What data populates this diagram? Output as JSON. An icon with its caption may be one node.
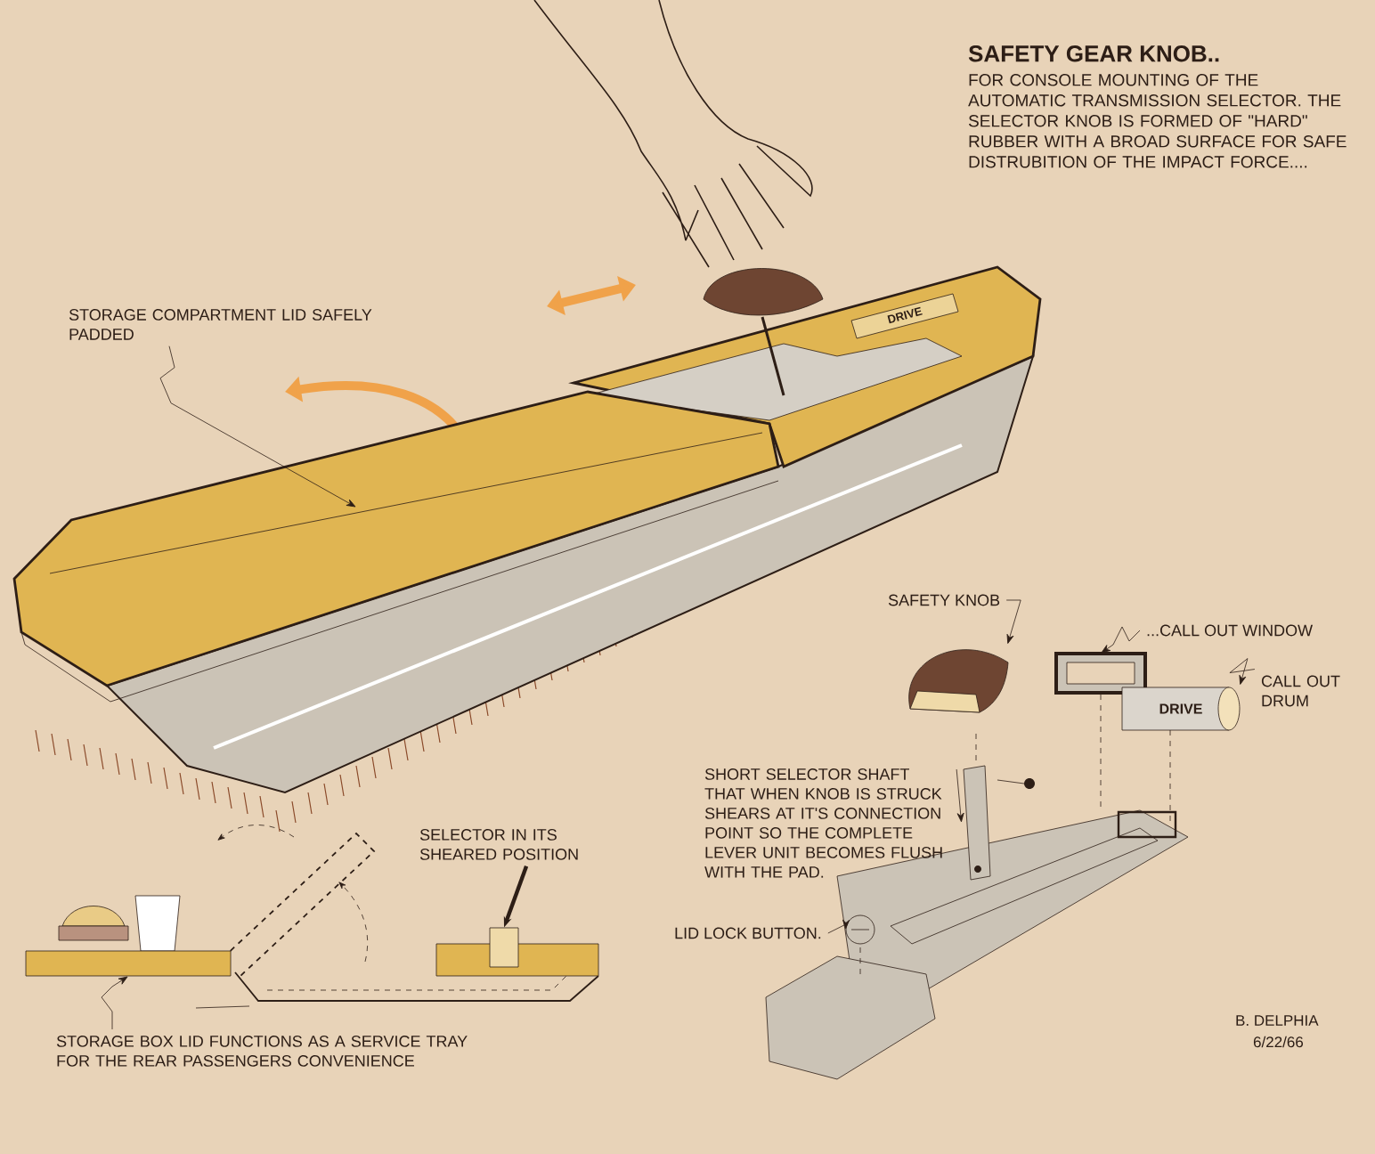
{
  "diagram": {
    "title": "SAFETY GEAR KNOB..",
    "nodes": [
      {
        "text": [
          "STORAGE COMPARTMENT LID SAFELY PADDED"
        ]
      },
      {
        "text": [],
        "shape": "picture"
      },
      {
        "text": [
          "SAFETY KNOB"
        ]
      },
      {
        "text": [],
        "shape": "picture"
      },
      {
        "text": [
          "...CALL OUT WINDOW"
        ]
      },
      {
        "text": [],
        "shape": "picture"
      },
      {
        "text": [
          "CALL OUT DRUM"
        ]
      },
      {
        "text": [
          "DRIVE"
        ]
      },
      {
        "text": [
          "SHORT SELECTOR SHAFT THAT WHEN KNOB IS STRUCK SHEARS AT IT'S CONNECTION POINT SO THE COMPLETE LEVER UNIT BECOMES FLUSH WITH THE PAD."
        ]
      },
      {
        "text": [],
        "shape": "picture"
      },
      {
        "text": [
          "LID LOCK BUTTON."
        ]
      },
      {
        "text": [],
        "shape": "picture"
      },
      {
        "text": [
          "SELECTOR IN ITS SHEARED POSITION"
        ]
      },
      {
        "text": [],
        "shape": "box"
      },
      {
        "text": [
          "STORAGE BOX LID FUNCTIONS AS A SERVICE TRAY FOR THE REAR PASSENGERS CONVENIENCE"
        ]
      },
      {
        "text": [],
        "shape": "box"
      }
    ],
    "edges": [
      {
        "from": 0,
        "to": 1,
        "arrow": "to"
      },
      {
        "from": 2,
        "to": 3,
        "arrow": "to"
      },
      {
        "from": 4,
        "to": 5,
        "arrow": "to"
      },
      {
        "from": 6,
        "to": 7,
        "arrow": "to"
      },
      {
        "from": 8,
        "to": 9,
        "arrow": "to"
      },
      {
        "from": 10,
        "to": 11,
        "arrow": "to"
      },
      {
        "from": 12,
        "to": 13,
        "arrow": "to",
        "style": "thick"
      },
      {
        "from": 14,
        "to": 15,
        "arrow": "to"
      }
    ],
    "labels": [
      "FOR CONSOLE MOUNTING OF THE AUTOMATIC TRANSMISSION SELECTOR. THE SELECTOR KNOB IS FORMED OF \"HARD\" RUBBER WITH A BROAD SURFACE FOR SAFE DISTRUBITION OF THE IMPACT FORCE....",
      "DRIVE",
      "B. DELPHIA",
      "6/22/66"
    ]
  }
}
